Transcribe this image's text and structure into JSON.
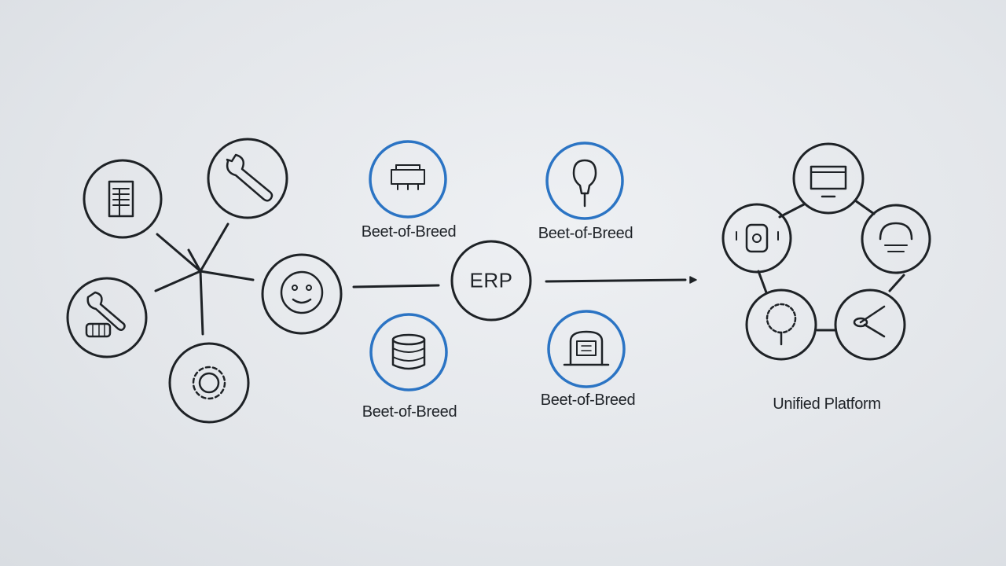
{
  "colors": {
    "stroke": "#1e2226",
    "accent_ring": "#2b74c4",
    "background": "#e6e9ed"
  },
  "labels": {
    "bob_1": "Beet-of-Breed",
    "bob_2": "Beet-of-Breed",
    "bob_3": "Beet-of-Breed",
    "bob_4": "Beet-of-Breed",
    "erp": "ERP",
    "unified_platform": "Unified Platform"
  },
  "icons": {
    "left_cluster": [
      "document-icon",
      "wrench-icon",
      "wrench-tool-icon",
      "gear-icon",
      "face-icon"
    ],
    "middle": [
      "network-icon",
      "lightbulb-icon",
      "database-icon",
      "server-icon"
    ],
    "right_cluster": [
      "monitor-icon",
      "device-icon",
      "circuit-icon",
      "brain-icon",
      "pen-tool-icon"
    ]
  }
}
